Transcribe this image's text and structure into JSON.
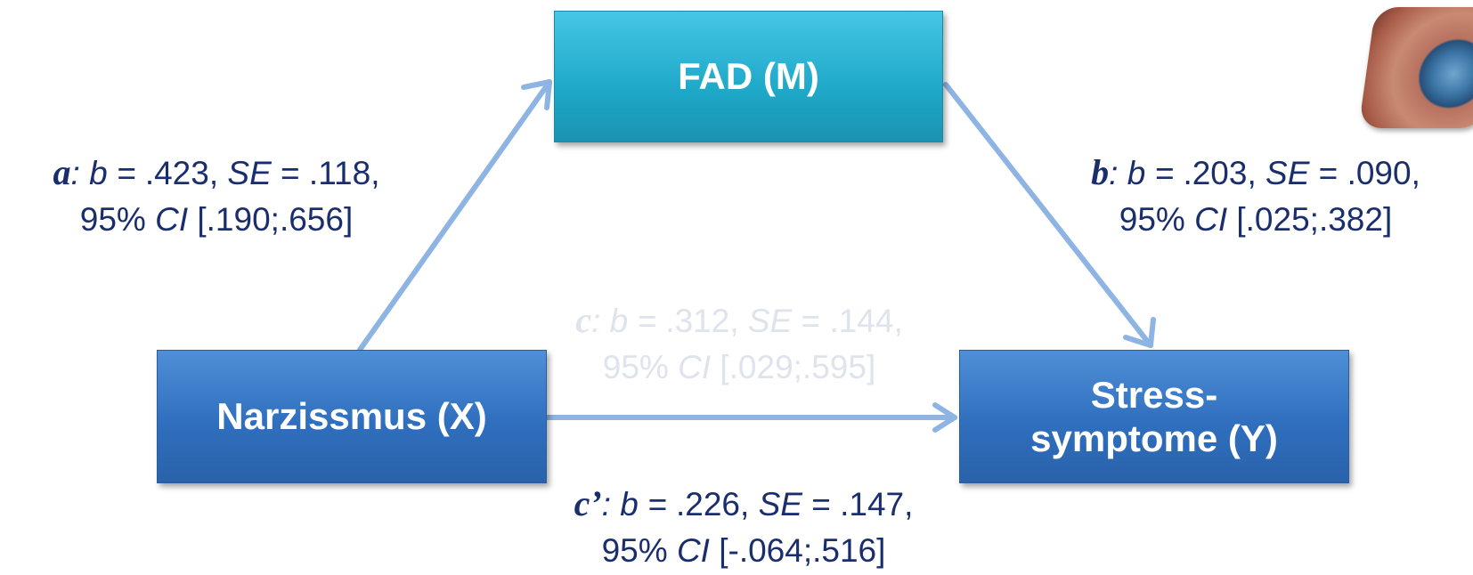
{
  "nodes": {
    "mediator": "FAD (M)",
    "predictor": "Narzissmus (X)",
    "outcome_line1": "Stress-",
    "outcome_line2": "symptome (Y)"
  },
  "paths": {
    "a": {
      "label": "a",
      "sep": ":",
      "b": ".423",
      "se": ".118",
      "ci": "[.190;.656]"
    },
    "b": {
      "label": "b",
      "sep": ":",
      "b": ".203",
      "se": ".090",
      "ci": "[.025;.382]"
    },
    "c": {
      "label": "c",
      "sep": ":",
      "b": ".312",
      "se": ".144",
      "ci": "[.029;.595]"
    },
    "c_prime": {
      "label": "c’",
      "sep": ":",
      "b": ".226",
      "se": ".147",
      "ci": "[-.064;.516]"
    }
  },
  "terms": {
    "b_eq": "b = ",
    "se_eq": "SE",
    "eq_sep": " = ",
    "comma": ",",
    "ci_prefix": "95% ",
    "ci_label": "CI",
    "space": " "
  },
  "colors": {
    "arrow": "#8eb4e3",
    "text_dark": "#1a2e6e",
    "text_faded": "#dfe3ec",
    "box_blue": "#2f6fbe",
    "box_teal": "#1fa8c8"
  },
  "decoration": {
    "image": "eye-photo"
  }
}
